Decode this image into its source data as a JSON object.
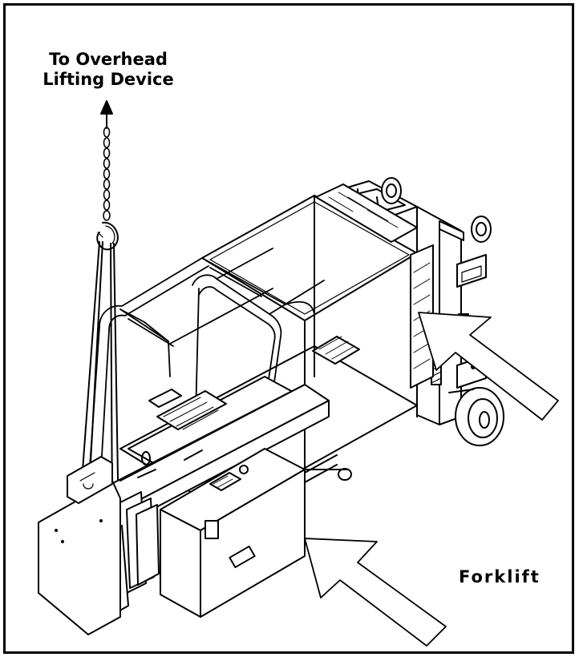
{
  "figure": {
    "labels": {
      "overhead_line1": "To Overhead",
      "overhead_line2": "Lifting Device",
      "forklift": "Forklift"
    },
    "colors": {
      "line": "#000000",
      "background": "#ffffff"
    }
  }
}
